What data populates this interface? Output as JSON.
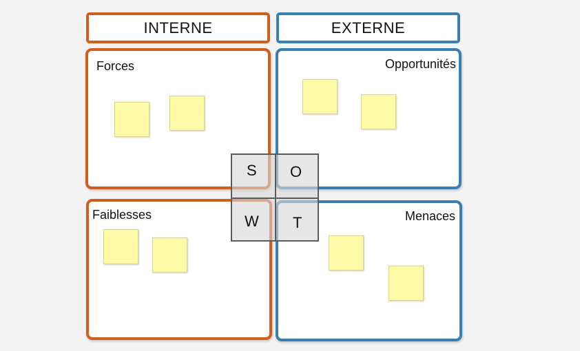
{
  "headers": {
    "internal": "INTERNE",
    "external": "EXTERNE"
  },
  "quadrants": {
    "strengths": {
      "title": "Forces"
    },
    "opportunities": {
      "title": "Opportunités"
    },
    "weaknesses": {
      "title": "Faiblesses"
    },
    "threats": {
      "title": "Menaces"
    }
  },
  "swot_letters": {
    "s": "S",
    "o": "O",
    "w": "W",
    "t": "T"
  },
  "colors": {
    "internal_border": "#d35d1c",
    "external_border": "#3a7fb4",
    "sticky_note": "#fdfaa8",
    "center_grid_border": "#5b5b5b"
  },
  "sticky_note_counts": {
    "strengths": 2,
    "opportunities": 2,
    "weaknesses": 2,
    "threats": 2
  }
}
